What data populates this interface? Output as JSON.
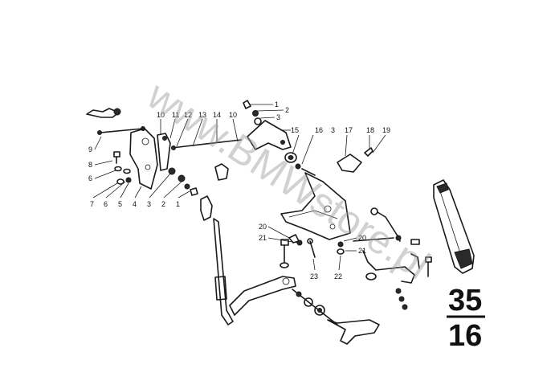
{
  "watermark": "www.BMWstore.pl",
  "group_number": {
    "top": "35",
    "bottom": "16"
  },
  "callouts": [
    {
      "id": "c1",
      "text": "1"
    },
    {
      "id": "c2",
      "text": "2"
    },
    {
      "id": "c3",
      "text": "3"
    },
    {
      "id": "c4",
      "text": "15"
    },
    {
      "id": "c5",
      "text": "16"
    },
    {
      "id": "c6",
      "text": "3"
    },
    {
      "id": "c7",
      "text": "17"
    },
    {
      "id": "c8",
      "text": "18"
    },
    {
      "id": "c9",
      "text": "19"
    },
    {
      "id": "c10",
      "text": "10"
    },
    {
      "id": "c11",
      "text": "11"
    },
    {
      "id": "c12",
      "text": "12"
    },
    {
      "id": "c13",
      "text": "13"
    },
    {
      "id": "c14",
      "text": "14"
    },
    {
      "id": "c15",
      "text": "10"
    },
    {
      "id": "c16",
      "text": "9"
    },
    {
      "id": "c17",
      "text": "8"
    },
    {
      "id": "c18",
      "text": "6"
    },
    {
      "id": "c19",
      "text": "7"
    },
    {
      "id": "c20",
      "text": "6"
    },
    {
      "id": "c21",
      "text": "5"
    },
    {
      "id": "c22",
      "text": "4"
    },
    {
      "id": "c23",
      "text": "3"
    },
    {
      "id": "c24",
      "text": "2"
    },
    {
      "id": "c25",
      "text": "1"
    },
    {
      "id": "c26",
      "text": "20"
    },
    {
      "id": "c27",
      "text": "21"
    },
    {
      "id": "c28",
      "text": "20"
    },
    {
      "id": "c29",
      "text": "21"
    },
    {
      "id": "c30",
      "text": "23"
    },
    {
      "id": "c31",
      "text": "22"
    }
  ]
}
